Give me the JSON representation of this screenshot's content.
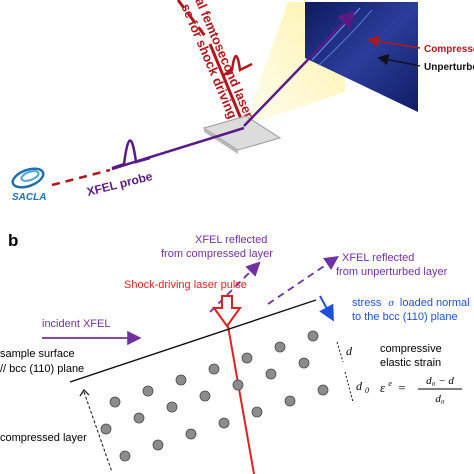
{
  "panel_a": {
    "laser_label_line1": "al femtosecond laser",
    "laser_label_line2": "se for shock driving",
    "probe_label": "XFEL probe",
    "source_logo_text": "SACLA",
    "detector": {
      "compressed_label": "Compressed",
      "unperturbed_label": "Unperturbed"
    },
    "colors": {
      "laser": "#b3171c",
      "probe": "#5a1a86",
      "cone": "#fff7b8",
      "detector": "#1c2a78",
      "logo": "#1d6fb0"
    }
  },
  "panel_b": {
    "panel_label": "b",
    "reflected_compressed_line1": "XFEL reflected",
    "reflected_compressed_line2": "from compressed layer",
    "reflected_unperturbed_line1": "XFEL reflected",
    "reflected_unperturbed_line2": "from unperturbed layer",
    "shock_label": "Shock-driving laser pulse",
    "incident_label": "incident XFEL",
    "stress_line1_prefix": "stress",
    "stress_sigma": "σ",
    "stress_line1_suffix": "loaded normal",
    "stress_line2": "to the bcc (110) plane",
    "surface_line1": "sample surface",
    "surface_line2": "// bcc (110) plane",
    "compressed_layer_label": "compressed layer",
    "strain_line1": "compressive",
    "strain_line2": "elastic strain",
    "d_label": "d",
    "d0_label": "d",
    "d0_subscript": "0",
    "formula_lhs": "ε",
    "formula_sup": "e",
    "formula_eq": "=",
    "formula_numerator": "d₀ − d",
    "formula_denominator": "d₀",
    "colors": {
      "purple": "#7030a0",
      "red": "#e02020",
      "blue": "#1f4fd8",
      "atom_fill": "#8c8c8c",
      "atom_stroke": "#4a4a4a"
    }
  }
}
